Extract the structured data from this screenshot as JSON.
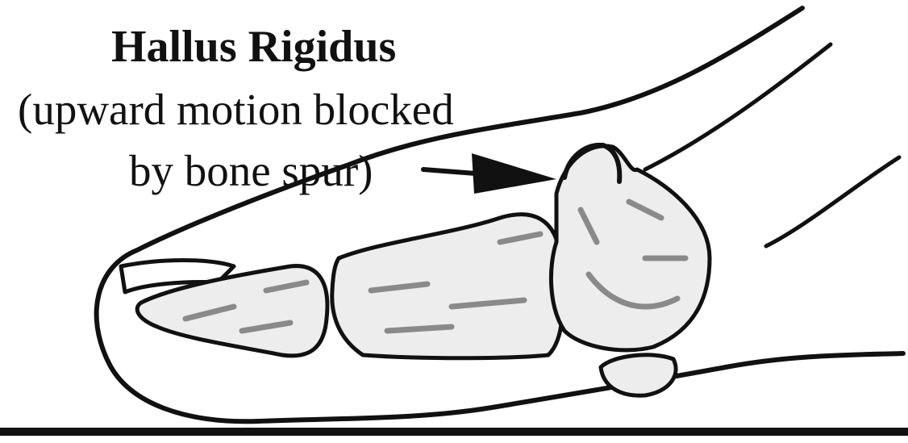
{
  "diagram": {
    "title": "Hallus Rigidus",
    "caption_lines": [
      "(upward motion blocked",
      "by bone spur)"
    ]
  },
  "colors": {
    "outline": "#111111",
    "bone_fill": "#ededed",
    "bone_shade": "#8a8a8a",
    "background": "#ffffff"
  }
}
